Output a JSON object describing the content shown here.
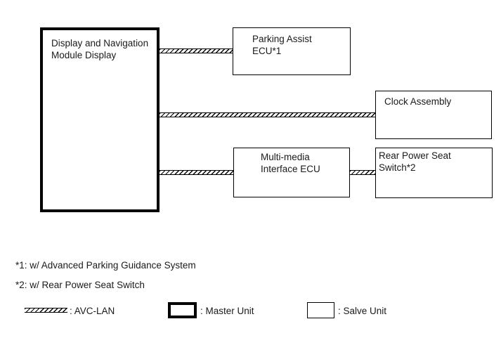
{
  "colors": {
    "line": "#000000",
    "background": "#ffffff",
    "text": "#1a1a1a"
  },
  "boxes": {
    "master": {
      "lines": [
        "Display and Navigation",
        "Module Display"
      ],
      "role": "master-unit"
    },
    "parking": {
      "lines": [
        "Parking Assist",
        "ECU*1"
      ],
      "role": "slave-unit"
    },
    "clock": {
      "lines": [
        "Clock Assembly"
      ],
      "role": "slave-unit"
    },
    "multimedia": {
      "lines": [
        "Multi-media",
        "Interface ECU"
      ],
      "role": "slave-unit"
    },
    "rear_seat": {
      "lines": [
        "Rear Power Seat",
        "Switch*2"
      ],
      "role": "slave-unit"
    }
  },
  "connectors": {
    "bus_type": "AVC-LAN"
  },
  "footnotes": {
    "note1": "*1: w/ Advanced Parking Guidance System",
    "note2": "*2: w/ Rear Power Seat Switch"
  },
  "legend": {
    "avc_lan_label": ": AVC-LAN",
    "master_label": ": Master Unit",
    "slave_label": ": Salve Unit"
  }
}
